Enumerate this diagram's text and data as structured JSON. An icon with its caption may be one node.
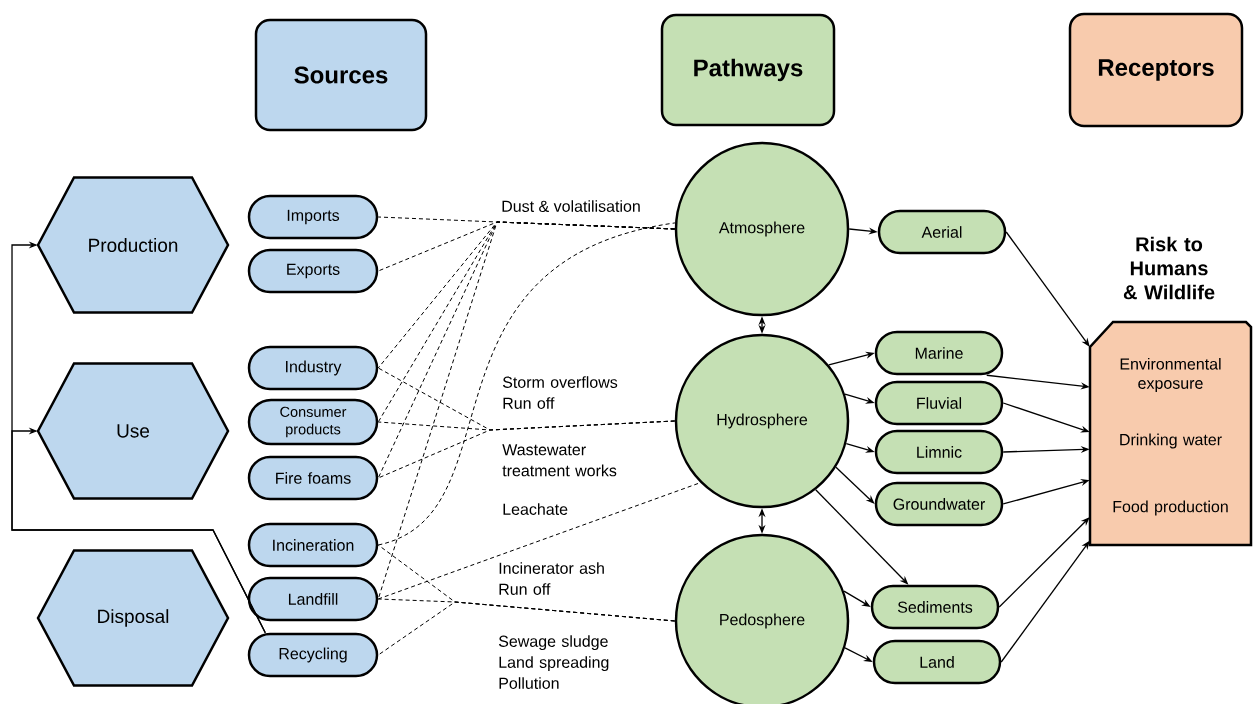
{
  "diagram": {
    "nodes": [
      {
        "text": [
          "Sources"
        ]
      },
      {
        "text": [
          "Pathways"
        ]
      },
      {
        "text": [
          "Receptors"
        ]
      },
      {
        "text": [
          "Production"
        ]
      },
      {
        "text": [
          "Use"
        ]
      },
      {
        "text": [
          "Disposal"
        ]
      },
      {
        "text": [
          "Imports"
        ]
      },
      {
        "text": [
          "Exports"
        ]
      },
      {
        "text": [
          "Industry"
        ]
      },
      {
        "text": [
          "Consumer products"
        ]
      },
      {
        "text": [
          "Fire foams"
        ]
      },
      {
        "text": [
          "Incineration"
        ]
      },
      {
        "text": [
          "Landfill"
        ]
      },
      {
        "text": [
          "Recycling"
        ]
      },
      {
        "text": [
          "Atmosphere"
        ]
      },
      {
        "text": [
          "Hydrosphere"
        ]
      },
      {
        "text": [
          "Pedosphere"
        ]
      },
      {
        "text": [
          "Aerial"
        ]
      },
      {
        "text": [
          "Marine"
        ]
      },
      {
        "text": [
          "Fluvial"
        ]
      },
      {
        "text": [
          "Limnic"
        ]
      },
      {
        "text": [
          "Groundwater"
        ]
      },
      {
        "text": [
          "Sediments"
        ]
      },
      {
        "text": [
          "Land"
        ]
      },
      {
        "text": [
          "Risk to Humans & Wildlife",
          "Environmental exposure",
          "Drinking water",
          "Food production"
        ]
      }
    ],
    "edges": [
      {
        "from": 6,
        "to": 14,
        "arrow": "none",
        "style": "dashed"
      },
      {
        "from": 7,
        "to": 14,
        "arrow": "none",
        "style": "dashed"
      },
      {
        "from": 8,
        "to": 14,
        "arrow": "none",
        "style": "dashed"
      },
      {
        "from": 9,
        "to": 14,
        "arrow": "none",
        "style": "dashed"
      },
      {
        "from": 10,
        "to": 14,
        "arrow": "none",
        "style": "dashed"
      },
      {
        "from": 12,
        "to": 14,
        "arrow": "none",
        "style": "dashed"
      },
      {
        "from": 11,
        "to": 14,
        "arrow": "none",
        "style": "dashed"
      },
      {
        "from": 8,
        "to": 15,
        "arrow": "none",
        "style": "dashed"
      },
      {
        "from": 9,
        "to": 15,
        "arrow": "none",
        "style": "dashed"
      },
      {
        "from": 10,
        "to": 15,
        "arrow": "none",
        "style": "dashed"
      },
      {
        "from": 12,
        "to": 15,
        "arrow": "none",
        "style": "dashed"
      },
      {
        "from": 11,
        "to": 16,
        "arrow": "none",
        "style": "dashed"
      },
      {
        "from": 12,
        "to": 16,
        "arrow": "none",
        "style": "dashed"
      },
      {
        "from": 13,
        "to": 16,
        "arrow": "none",
        "style": "dashed"
      },
      {
        "from": 13,
        "to": 3,
        "arrow": "to"
      },
      {
        "from": 13,
        "to": 4,
        "arrow": "to"
      },
      {
        "from": 14,
        "to": 17,
        "arrow": "to"
      },
      {
        "from": 14,
        "to": 15,
        "arrow": "both"
      },
      {
        "from": 15,
        "to": 16,
        "arrow": "both"
      },
      {
        "from": 15,
        "to": 18,
        "arrow": "to"
      },
      {
        "from": 15,
        "to": 19,
        "arrow": "to"
      },
      {
        "from": 15,
        "to": 20,
        "arrow": "to"
      },
      {
        "from": 15,
        "to": 21,
        "arrow": "to"
      },
      {
        "from": 15,
        "to": 22,
        "arrow": "to"
      },
      {
        "from": 16,
        "to": 22,
        "arrow": "to"
      },
      {
        "from": 16,
        "to": 23,
        "arrow": "to"
      },
      {
        "from": 17,
        "to": 24,
        "arrow": "to"
      },
      {
        "from": 18,
        "to": 24,
        "arrow": "to"
      },
      {
        "from": 19,
        "to": 24,
        "arrow": "to"
      },
      {
        "from": 20,
        "to": 24,
        "arrow": "to"
      },
      {
        "from": 21,
        "to": 24,
        "arrow": "to"
      },
      {
        "from": 22,
        "to": 24,
        "arrow": "to"
      },
      {
        "from": 23,
        "to": 24,
        "arrow": "to"
      }
    ],
    "labels": [
      "Dust & volatilisation",
      "Storm overflows Run off",
      "Wastewater treatment works",
      "Leachate",
      "Incinerator ash Run off",
      "Sewage sludge Land spreading Pollution"
    ]
  }
}
